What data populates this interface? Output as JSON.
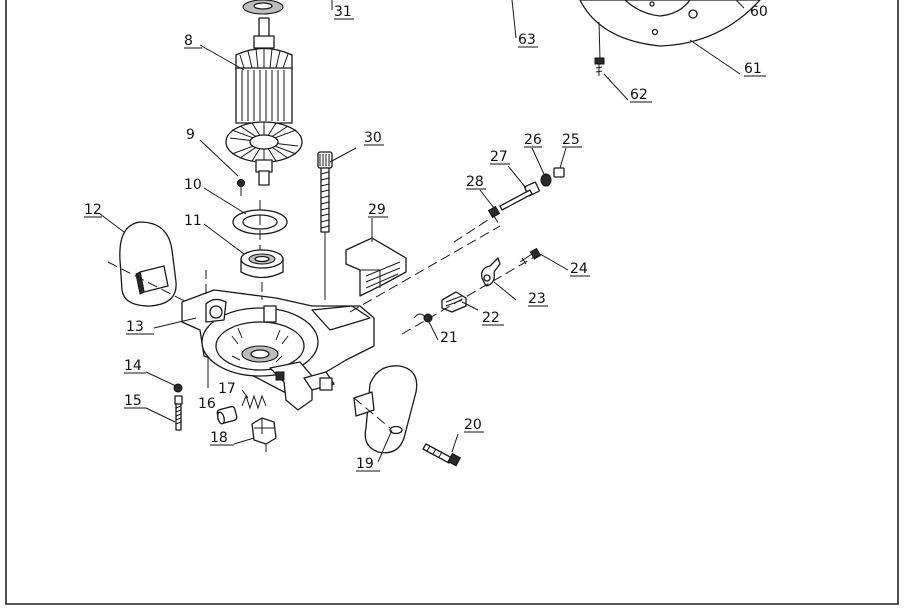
{
  "diagram": {
    "callouts": [
      {
        "id": "c8",
        "label": "8"
      },
      {
        "id": "c9",
        "label": "9"
      },
      {
        "id": "c10",
        "label": "10"
      },
      {
        "id": "c11",
        "label": "11"
      },
      {
        "id": "c12",
        "label": "12"
      },
      {
        "id": "c13",
        "label": "13"
      },
      {
        "id": "c14",
        "label": "14"
      },
      {
        "id": "c15",
        "label": "15"
      },
      {
        "id": "c16",
        "label": "16"
      },
      {
        "id": "c17",
        "label": "17"
      },
      {
        "id": "c18",
        "label": "18"
      },
      {
        "id": "c19",
        "label": "19"
      },
      {
        "id": "c20",
        "label": "20"
      },
      {
        "id": "c21",
        "label": "21"
      },
      {
        "id": "c22",
        "label": "22"
      },
      {
        "id": "c23",
        "label": "23"
      },
      {
        "id": "c24",
        "label": "24"
      },
      {
        "id": "c25",
        "label": "25"
      },
      {
        "id": "c26",
        "label": "26"
      },
      {
        "id": "c27",
        "label": "27"
      },
      {
        "id": "c28",
        "label": "28"
      },
      {
        "id": "c29",
        "label": "29"
      },
      {
        "id": "c30",
        "label": "30"
      },
      {
        "id": "c31",
        "label": "31"
      },
      {
        "id": "c60",
        "label": "60"
      },
      {
        "id": "c61",
        "label": "61"
      },
      {
        "id": "c62",
        "label": "62"
      },
      {
        "id": "c63",
        "label": "63"
      }
    ]
  }
}
